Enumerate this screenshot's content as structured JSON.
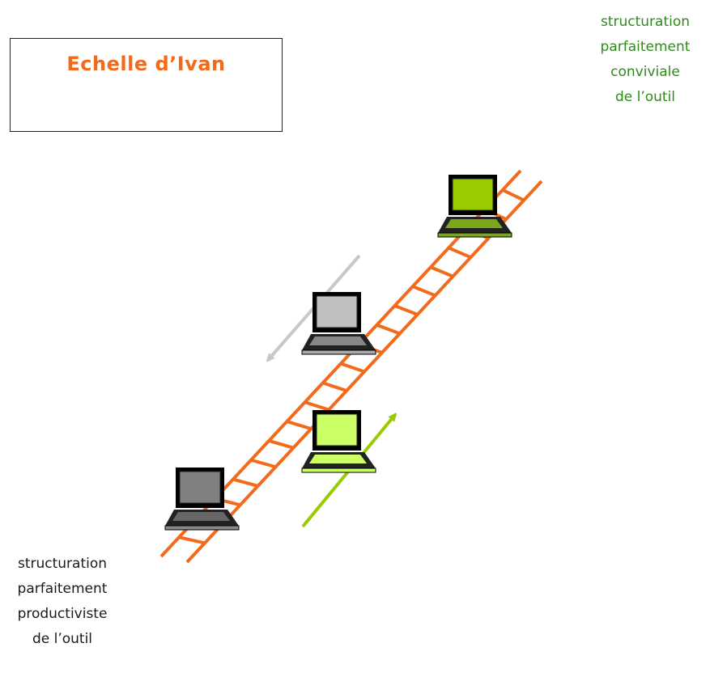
{
  "title": "Echelle d’Ivan",
  "top_right_label": [
    "structuration",
    "parfaitement",
    "conviviale",
    "de l’outil"
  ],
  "bottom_left_label": [
    "structuration",
    "parfaitement",
    "productiviste",
    "de l’outil"
  ],
  "colors": {
    "title": "#f26a1b",
    "top_right_text": "#2e8b1a",
    "bottom_left_text": "#1a1a1a",
    "ladder": "#f26a1b",
    "arrow_up": "#99cc00",
    "arrow_down": "#c8c8c8",
    "laptop_top_screen": "#99cc00",
    "laptop_top_body": "#7aa81a",
    "laptop_mid_gray_screen": "#c0c0c0",
    "laptop_mid_green_screen": "#ccff66",
    "laptop_bottom_screen": "#808080"
  },
  "icons": [
    "laptop-icon",
    "arrow-up-icon",
    "arrow-down-icon",
    "ladder"
  ]
}
